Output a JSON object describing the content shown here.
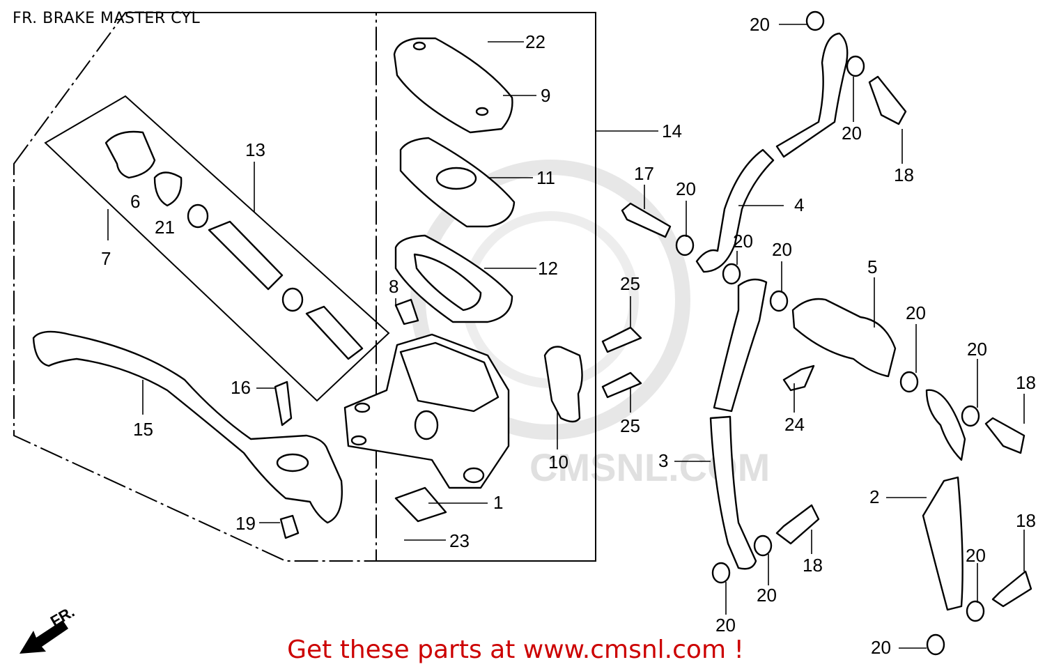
{
  "title": "FR. BRAKE MASTER CYL",
  "footer": "Get these parts at www.cmsnl.com !",
  "watermark": "CMSNL.COM",
  "direction_label": "FR.",
  "colors": {
    "footer_text": "#cc0000",
    "line": "#000000",
    "watermark": "#cfcfcf"
  },
  "parts": [
    {
      "id": "p1",
      "label": "1"
    },
    {
      "id": "p2",
      "label": "2"
    },
    {
      "id": "p3",
      "label": "3"
    },
    {
      "id": "p4",
      "label": "4"
    },
    {
      "id": "p5",
      "label": "5"
    },
    {
      "id": "p6",
      "label": "6"
    },
    {
      "id": "p7",
      "label": "7"
    },
    {
      "id": "p8",
      "label": "8"
    },
    {
      "id": "p9",
      "label": "9"
    },
    {
      "id": "p10",
      "label": "10"
    },
    {
      "id": "p11",
      "label": "11"
    },
    {
      "id": "p12",
      "label": "12"
    },
    {
      "id": "p13",
      "label": "13"
    },
    {
      "id": "p14",
      "label": "14"
    },
    {
      "id": "p15",
      "label": "15"
    },
    {
      "id": "p16",
      "label": "16"
    },
    {
      "id": "p17",
      "label": "17"
    },
    {
      "id": "p18",
      "label": "18"
    },
    {
      "id": "p19",
      "label": "19"
    },
    {
      "id": "p20",
      "label": "20"
    },
    {
      "id": "p21",
      "label": "21"
    },
    {
      "id": "p22",
      "label": "22"
    },
    {
      "id": "p23",
      "label": "23"
    },
    {
      "id": "p24",
      "label": "24"
    },
    {
      "id": "p25",
      "label": "25"
    }
  ]
}
